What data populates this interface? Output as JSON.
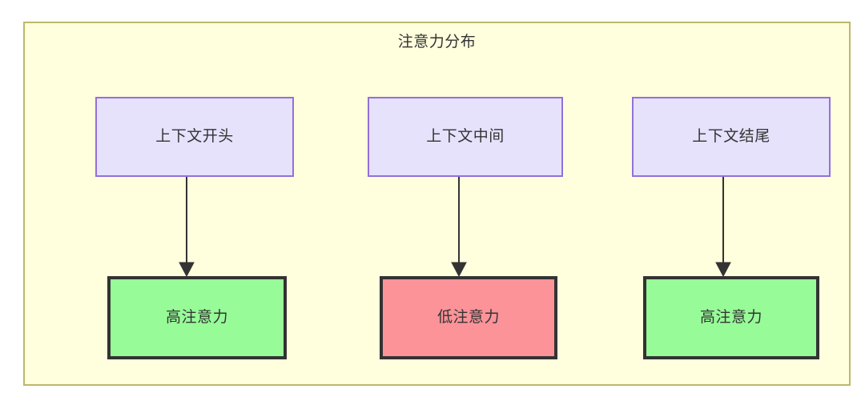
{
  "diagram": {
    "title": "注意力分布",
    "background_color": "#ffffff",
    "container": {
      "fill": "#ffffdd",
      "border_color": "#bdb76b"
    },
    "nodes": [
      {
        "id": "ctx-start",
        "label": "上下文开头",
        "fill": "#e6e2fc",
        "border_color": "#9370db"
      },
      {
        "id": "ctx-mid",
        "label": "上下文中间",
        "fill": "#e6e2fc",
        "border_color": "#9370db"
      },
      {
        "id": "ctx-end",
        "label": "上下文结尾",
        "fill": "#e6e2fc",
        "border_color": "#9370db"
      },
      {
        "id": "attn-start",
        "label": "高注意力",
        "fill": "#97fb98",
        "border_color": "#333333"
      },
      {
        "id": "attn-mid",
        "label": "低注意力",
        "fill": "#fb9398",
        "border_color": "#333333"
      },
      {
        "id": "attn-end",
        "label": "高注意力",
        "fill": "#97fb98",
        "border_color": "#333333"
      }
    ],
    "edges": [
      {
        "from": "ctx-start",
        "to": "attn-start",
        "label": "",
        "arrow": "down"
      },
      {
        "from": "ctx-mid",
        "to": "attn-mid",
        "label": "",
        "arrow": "down"
      },
      {
        "from": "ctx-end",
        "to": "attn-end",
        "label": "",
        "arrow": "down"
      }
    ]
  }
}
